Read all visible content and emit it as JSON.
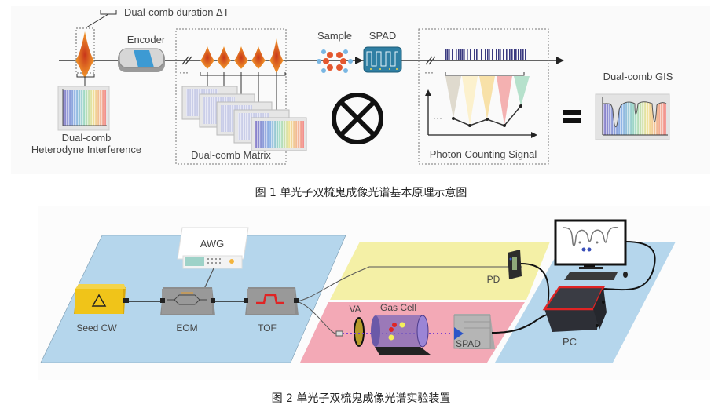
{
  "figure1": {
    "labels": {
      "duration": "Dual-comb duration ΔT",
      "encoder": "Encoder",
      "heterodyne_line1": "Dual-comb",
      "heterodyne_line2": "Heterodyne Interference",
      "matrix": "Dual-comb Matrix",
      "sample": "Sample",
      "spad": "SPAD",
      "photon_counting": "Photon Counting Signal",
      "gis": "Dual-comb GIS",
      "ellipsis": "···",
      "equals": "="
    },
    "operator_symbol": "circled-times",
    "caption": "图 1 单光子双梳鬼成像光谱基本原理示意图",
    "colors": {
      "pulse": "#f07a1a",
      "pulse_dark": "#c8361a",
      "spad_box": "#2f7fa3",
      "photon_bars": "#3a3a80",
      "cones": [
        "#d9d3c6",
        "#fbefc4",
        "#f7dc99",
        "#f2a3a3",
        "#a9dcc3"
      ]
    }
  },
  "figure2": {
    "labels": {
      "awg": "AWG",
      "seed_cw": "Seed CW",
      "eom": "EOM",
      "tof": "TOF",
      "pd": "PD",
      "va": "VA",
      "gas_cell": "Gas Cell",
      "spad": "SPAD",
      "pc": "PC"
    },
    "caption": "图 2 单光子双梳鬼成像光谱实验装置",
    "colors": {
      "blue_plane": "#b5d6ec",
      "yellow_plane": "#f4f0a6",
      "pink_plane": "#f3a9b6",
      "seed_cw": "#f0c419",
      "module_grey": "#8d8d8d",
      "pc_dark": "#2d2f36",
      "pc_accent": "#e02424"
    }
  }
}
